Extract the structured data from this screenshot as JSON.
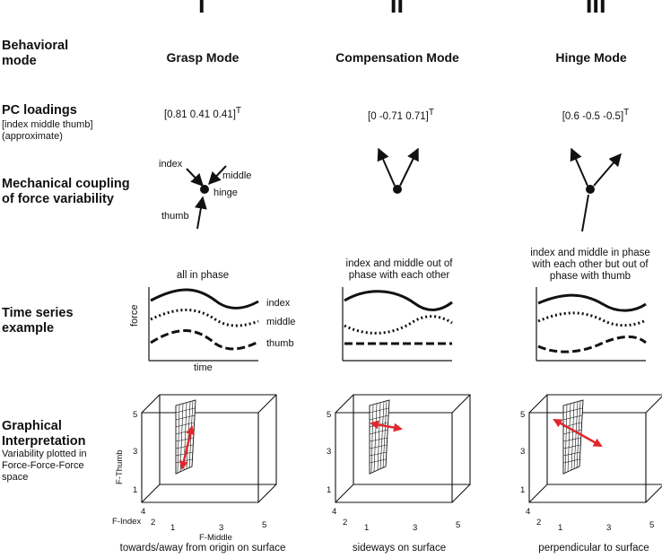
{
  "columns": [
    {
      "numeral": "I",
      "mode": "Grasp Mode",
      "loading": "[0.81 0.41 0.41]",
      "loading_sup": "T",
      "phase": "all in phase",
      "interp": "towards/away from origin on surface"
    },
    {
      "numeral": "II",
      "mode": "Compensation Mode",
      "loading": "[0 -0.71 0.71]",
      "loading_sup": "T",
      "phase": "index and middle out of phase with each other",
      "interp": "sideways on surface"
    },
    {
      "numeral": "III",
      "mode": "Hinge Mode",
      "loading": "[0.6 -0.5 -0.5]",
      "loading_sup": "T",
      "phase": "index and middle in phase with each other but out of phase with thumb",
      "interp": "perpendicular to surface"
    }
  ],
  "rows": {
    "behavioral": "Behavioral mode",
    "pc": "PC loadings",
    "pc_sub1": "[index middle thumb]",
    "pc_sub2": "(approximate)",
    "coupling": "Mechanical coupling of force variability",
    "timeseries": "Time series example",
    "graphical": "Graphical Interpretation",
    "graphical_sub": "Variability plotted in Force-Force-Force space"
  },
  "coupling_labels": {
    "index": "index",
    "middle": "middle",
    "hinge": "hinge",
    "thumb": "thumb"
  },
  "timeseries_labels": {
    "index": "index",
    "middle": "middle",
    "thumb": "thumb",
    "ylabel": "force",
    "xlabel": "time"
  },
  "axes3d": {
    "zlabel": "F-Thumb",
    "xlabel": "F-Index",
    "ylabel": "F-Middle",
    "z_ticks": [
      "1",
      "3",
      "5"
    ],
    "x_ticks": [
      "2",
      "4"
    ],
    "y_ticks": [
      "1",
      "3",
      "5"
    ]
  },
  "colors": {
    "arrow": "#e0282c",
    "ink": "#111111"
  }
}
